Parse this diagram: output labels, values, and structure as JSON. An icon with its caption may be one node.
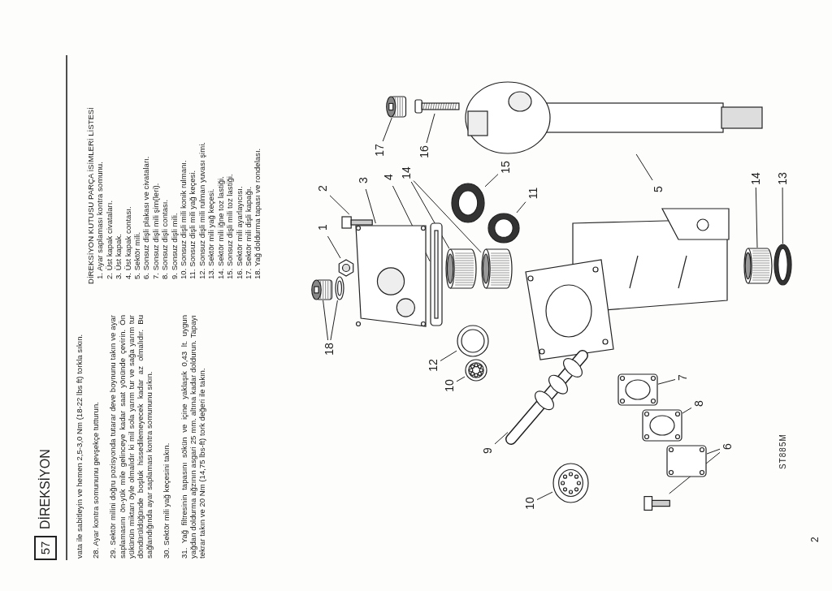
{
  "diagram": {
    "title": "DİREKSİYON",
    "nodes": [
      {
        "text": [
          "1"
        ]
      },
      {
        "text": [],
        "shape": "picture"
      },
      {
        "text": [
          "2"
        ]
      },
      {
        "text": [],
        "shape": "picture"
      },
      {
        "text": [
          "3"
        ]
      },
      {
        "text": [],
        "shape": "picture"
      },
      {
        "text": [
          "4"
        ]
      },
      {
        "text": [],
        "shape": "picture"
      },
      {
        "text": [
          "14"
        ]
      },
      {
        "text": [],
        "shape": "picture"
      },
      {
        "text": [],
        "shape": "picture"
      },
      {
        "text": [
          "15"
        ]
      },
      {
        "text": [],
        "shape": "picture"
      },
      {
        "text": [
          "11"
        ]
      },
      {
        "text": [],
        "shape": "picture"
      },
      {
        "text": [
          "17"
        ]
      },
      {
        "text": [],
        "shape": "picture"
      },
      {
        "text": [
          "16"
        ]
      },
      {
        "text": [],
        "shape": "picture"
      },
      {
        "text": [
          "5"
        ]
      },
      {
        "text": [],
        "shape": "picture"
      },
      {
        "text": [
          "14"
        ]
      },
      {
        "text": [],
        "shape": "picture"
      },
      {
        "text": [
          "13"
        ]
      },
      {
        "text": [],
        "shape": "picture"
      },
      {
        "text": [
          "18"
        ]
      },
      {
        "text": [],
        "shape": "picture"
      },
      {
        "text": [],
        "shape": "picture"
      },
      {
        "text": [
          "12"
        ]
      },
      {
        "text": [],
        "shape": "picture"
      },
      {
        "text": [
          "10"
        ]
      },
      {
        "text": [],
        "shape": "picture"
      },
      {
        "text": [
          "9"
        ]
      },
      {
        "text": [],
        "shape": "picture"
      },
      {
        "text": [
          "10"
        ]
      },
      {
        "text": [],
        "shape": "picture"
      },
      {
        "text": [
          "7"
        ]
      },
      {
        "text": [],
        "shape": "picture"
      },
      {
        "text": [
          "8"
        ]
      },
      {
        "text": [],
        "shape": "picture"
      },
      {
        "text": [
          "6"
        ]
      },
      {
        "text": [],
        "shape": "picture"
      },
      {
        "text": [],
        "shape": "picture"
      }
    ],
    "edges": [
      {
        "from": 0,
        "to": 1,
        "arrow": "none"
      },
      {
        "from": 2,
        "to": 3,
        "arrow": "none"
      },
      {
        "from": 4,
        "to": 5,
        "arrow": "none"
      },
      {
        "from": 6,
        "to": 7,
        "arrow": "none"
      },
      {
        "from": 8,
        "to": 9,
        "arrow": "none"
      },
      {
        "from": 8,
        "to": 10,
        "arrow": "none"
      },
      {
        "from": 11,
        "to": 12,
        "arrow": "none"
      },
      {
        "from": 13,
        "to": 14,
        "arrow": "none"
      },
      {
        "from": 15,
        "to": 16,
        "arrow": "none"
      },
      {
        "from": 17,
        "to": 18,
        "arrow": "none"
      },
      {
        "from": 19,
        "to": 20,
        "arrow": "none"
      },
      {
        "from": 21,
        "to": 22,
        "arrow": "none"
      },
      {
        "from": 23,
        "to": 24,
        "arrow": "none"
      },
      {
        "from": 25,
        "to": 26,
        "arrow": "none"
      },
      {
        "from": 25,
        "to": 27,
        "arrow": "none"
      },
      {
        "from": 28,
        "to": 29,
        "arrow": "none"
      },
      {
        "from": 30,
        "to": 31,
        "arrow": "none"
      },
      {
        "from": 32,
        "to": 33,
        "arrow": "none"
      },
      {
        "from": 34,
        "to": 35,
        "arrow": "none"
      },
      {
        "from": 36,
        "to": 37,
        "arrow": "none"
      },
      {
        "from": 38,
        "to": 39,
        "arrow": "none"
      },
      {
        "from": 40,
        "to": 41,
        "arrow": "none"
      },
      {
        "from": 40,
        "to": 42,
        "arrow": "none"
      }
    ],
    "labels": [
      "57",
      "vata ile sabitleyin ve hemen 2,5-3,0 Nm (18-22 lbs ft) torkla sıkın.",
      "28. Ayar kontra somununu gevşekçe tutturun.",
      "29. Sektör milini doğru pozisyonda tutarar deve boynunu takın ve ayar saplamasını ön-yük mile gelinceye kadar saat yönünde çevirin. Ön yükünün miktarı öyle olmalıdır ki mil sola yarım tur ve sağa yarım tur döndürüldüğünde boşluk hissedilemeyecek kadar az olmalıdır. Bu sağlandığında ayar saplaması kontra somununu sıkın.",
      "30. Sektör mili yağ keçesini takın.",
      "31. Yağ filtresinin tapasını sökün ve içine yaklaşık 0,43 lt. uygun yağdan doldurma ağzının asgari 25 mm. altına kadar doldurun. Tapayı tekrar takın ve 20 Nm (14,75 lbs-ft) tork değeri ile takın.",
      "DİREKSİYON KUTUSU PARÇA İSİMLERİ LİSTESİ",
      "1. Ayar saplaması kontra somunu.",
      "2. Üst kapak civataları.",
      "3. Üst kapak.",
      "4. Üst kapak contası.",
      "5. Sektör mili.",
      "6. Sonsuz dişli plakası ve civataları.",
      "7. Sonsuz dişli mili şim(leri).",
      "8. Sonsuz dişli contası.",
      "9. Sonsuz dişli mili.",
      "10. Sonsuz dişli mili konik rulmanı.",
      "11. Sonsuz dişli mili yağ keçesi.",
      "12. Sonsuz dişli mili rulman yuvası şimi.",
      "13. Sektör mili yağ keçesi.",
      "14. Sektör mili iğne toz lastiği.",
      "15. Sonsuz dişli mili toz lastiği.",
      "16. Sektör mili ayarlayıcısı.",
      "17. Sektör mili dişli kapağı.",
      "18. Yağ doldurma tapası ve rondelası.",
      "ST885M",
      "2"
    ]
  }
}
